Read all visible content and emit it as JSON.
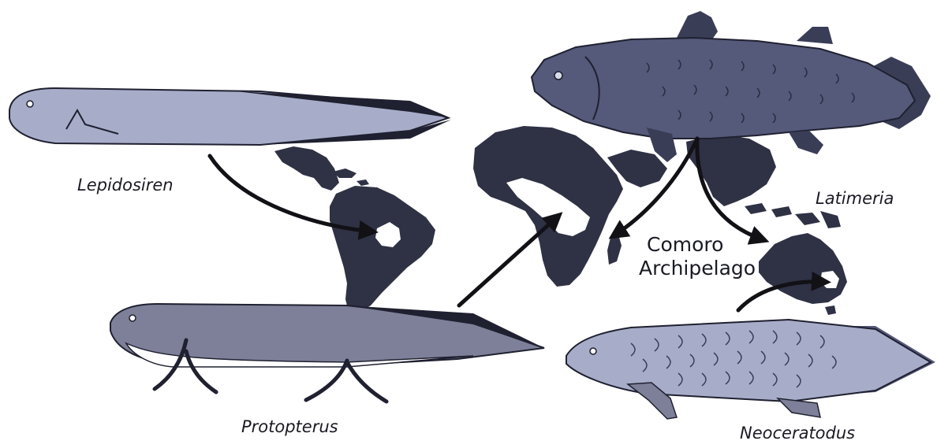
{
  "colors": {
    "land": "#2f3144",
    "coelacanth": "#55597a",
    "lungfish_light": "#a7adc9",
    "lungfish_mid": "#7d8098",
    "fin_dark": "#1f2030",
    "arrow": "#111116"
  },
  "labels": {
    "lepidosiren": "Lepidosiren",
    "protopterus": "Protopterus",
    "latimeria": "Latimeria",
    "neoceratodus": "Neoceratodus",
    "comoro_line1": "Comoro",
    "comoro_line2": "Archipelago"
  }
}
